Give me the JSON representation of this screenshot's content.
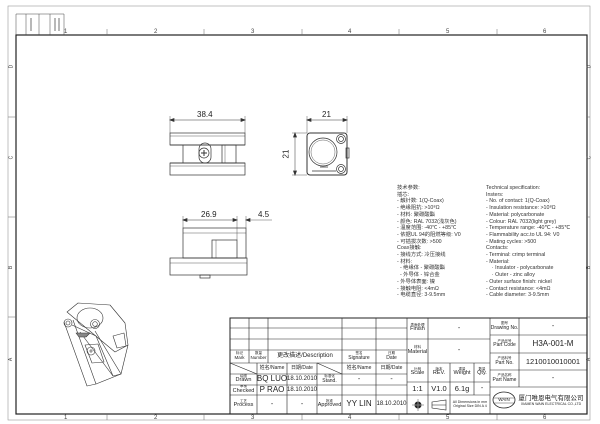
{
  "sheet": {
    "columns": [
      "1",
      "2",
      "3",
      "4",
      "5",
      "6"
    ],
    "rows": [
      "D",
      "C",
      "B",
      "A"
    ]
  },
  "dimensions": {
    "front_width": "38.4",
    "side_width": "21",
    "side_height": "21",
    "bottom_width": "26.9",
    "bottom_offset": "4.5"
  },
  "spec_cn": [
    "技术参数:",
    "插芯:",
    "- 触针数: 1(Q-Coax)",
    "- 绝缘阻抗: >10⁸Ω",
    "- 材料: 聚碳酸酯",
    "- 颜色: RAL 7032(浅灰色)",
    "- 温度范围: -40℃ - +85℃",
    "- 依据UL 94的阻燃等级: V0",
    "- 可插拔次数: >500",
    "Coax接触:",
    "- 接线方式: 冷压接线",
    "- 材料:",
    "  - 绝缘体 - 聚碳酸酯",
    "  - 外导体 - 锌合金",
    "- 外导体表面: 镍",
    "- 接触电阻: <4mΩ",
    "- 电缆直径: 3-9.5mm"
  ],
  "spec_en": [
    "Technical specification:",
    "Insters:",
    "- No. of contact: 1(Q-Coax)",
    "- Insulation resistance: >10⁸Ω",
    "- Material: polycarbonate",
    "- Colour: RAL 7032(light grey)",
    "- Temperature range: -40℃ - +85℃",
    "- Flammability acc.to UL 94: V0",
    "- Mating cycles: >500",
    "Contacts:",
    "- Terminal: crimp terminal",
    "- Material:",
    "    · Insulator - polycarbonate",
    "    · Outer - zinc alloy",
    "- Outer surface finish: nickel",
    "- Contact resistance: <4mΩ",
    "- Cable diameter: 3-9.5mm"
  ],
  "title_block": {
    "mark_cn": "标记",
    "mark_en": "Mark",
    "number_cn": "数量",
    "number_en": "Number",
    "description": "更改描述/Description",
    "signature_cn": "签名",
    "signature_en": "Signature",
    "date_cn": "日期",
    "date_en": "Date",
    "name_hdr": "姓名/Name",
    "date_hdr": "日期/Date",
    "drawn_cn": "绘图",
    "drawn_en": "Drawn",
    "drawn_name": "BQ  LUO",
    "drawn_date": "18.10.2010",
    "checked_cn": "审核",
    "checked_en": "Checked",
    "checked_name": "P  RAO",
    "checked_date": "18.10.2010",
    "process_cn": "工艺",
    "process_en": "Process",
    "process_name": "-",
    "process_date": "-",
    "stand_cn": "标准化",
    "stand_en": "Stand.",
    "stand_name": "-",
    "stand_date": "-",
    "approved_cn": "批准",
    "approved_en": "Approved",
    "approved_name": "YY  LIN",
    "approved_date": "18.10.2010",
    "finish_cn": "表面处理",
    "finish_en": "Finish",
    "finish": "-",
    "material_cn": "材料",
    "material_en": "Material",
    "material": "-",
    "scale_cn": "比例",
    "scale_en": "Scale",
    "scale": "1:1",
    "rev_cn": "版本",
    "rev_en": "REV.",
    "rev": "V1.0",
    "weight_cn": "重量",
    "weight_en": "Weight",
    "weight": "6.1g",
    "qty_cn": "数量",
    "qty_en": "Qty.",
    "qty": "-",
    "dims_note_1": "All Dimensions in mm",
    "dims_note_2": "Original Size DIN A 4",
    "drawing_no_cn": "图号",
    "drawing_no_en": "Drawing No.",
    "drawing_no": "-",
    "part_code_cn": "产品代号",
    "part_code_en": "Part Code",
    "part_code": "H3A-001-M",
    "part_no_cn": "产品料号",
    "part_no_en": "Part No.",
    "part_no": "1210010010001",
    "part_name_cn": "产品名称",
    "part_name_en": "Part Name",
    "part_name": "-",
    "logo": "WAIN",
    "company_cn": "厦门唯恩电气有限公司",
    "company_en": "XIAMEN WAIN ELECTRICAL CO.,LTD"
  },
  "colors": {
    "line": "#333333",
    "background": "#ffffff"
  }
}
